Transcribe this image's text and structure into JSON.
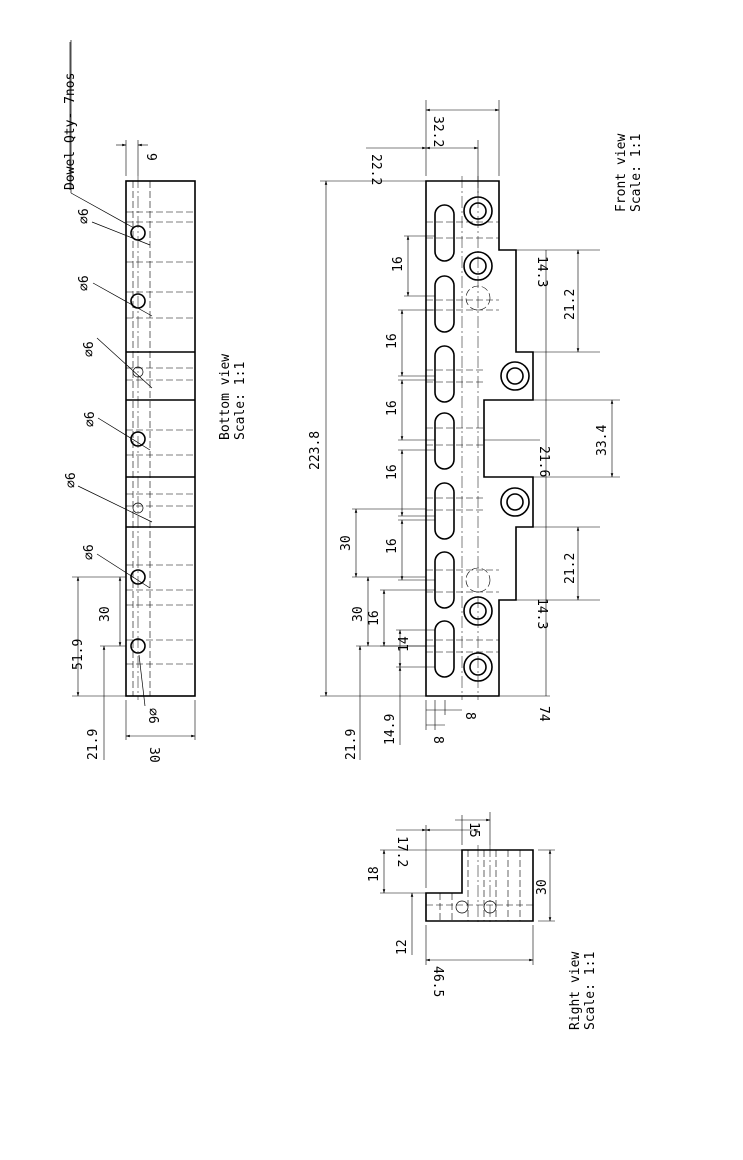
{
  "note": {
    "dowel_qty": "Dowel Qty- 7nos"
  },
  "views": {
    "bottom": {
      "name": "Bottom view",
      "scale": "Scale: 1:1"
    },
    "front": {
      "name": "Front view",
      "scale": "Scale: 1:1"
    },
    "right": {
      "name": "Right view",
      "scale": "Scale: 1:1"
    }
  },
  "bottom_dims": {
    "d9": "9",
    "hole_dia": "⌀6",
    "hole_dia_rot": "⌀6",
    "d30": "30",
    "d30b": "30",
    "d51_9": "51.9",
    "d21_9": "21.9"
  },
  "front_dims": {
    "d32_2": "32.2",
    "d22_2": "22.2",
    "d223_8": "223.8",
    "d16": "16",
    "d30": "30",
    "d14": "14",
    "d21_9": "21.9",
    "d14_9": "14.9",
    "d8": "8",
    "d74": "74",
    "d14_3": "14.3",
    "d21_2": "21.2",
    "d33_4": "33.4",
    "d21_6": "21.6"
  },
  "right_dims": {
    "d15": "15",
    "d17_2": "17.2",
    "d18": "18",
    "d12": "12",
    "d30": "30",
    "d46_5": "46.5"
  }
}
